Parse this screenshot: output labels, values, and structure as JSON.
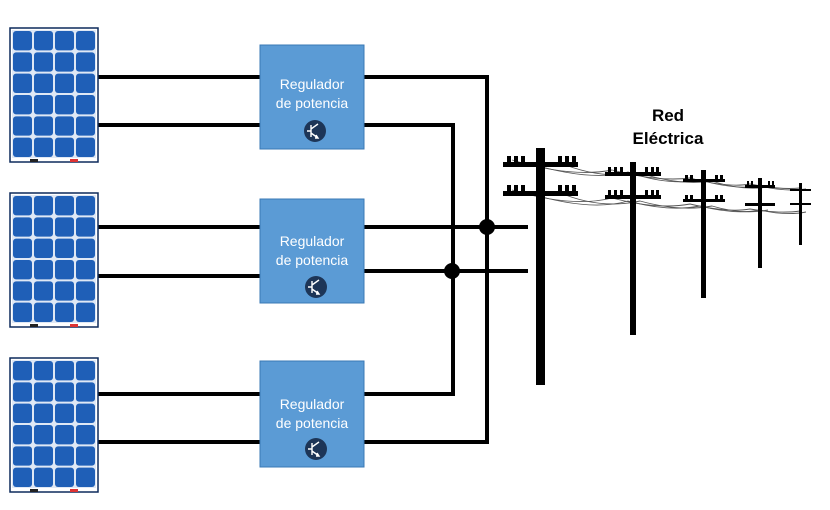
{
  "title": {
    "line1": "Red",
    "line2": "Eléctrica"
  },
  "regulators": [
    {
      "line1": "Regulador",
      "line2": "de potencia",
      "icon": "transistor-symbol-icon"
    },
    {
      "line1": "Regulador",
      "line2": "de potencia",
      "icon": "transistor-symbol-icon"
    },
    {
      "line1": "Regulador",
      "line2": "de potencia",
      "icon": "transistor-symbol-icon"
    }
  ],
  "panels": [
    {
      "icon": "solar-panel-icon"
    },
    {
      "icon": "solar-panel-icon"
    },
    {
      "icon": "solar-panel-icon"
    }
  ],
  "grid": {
    "icon": "utility-pole-icon",
    "pole_count": 5
  },
  "colors": {
    "panel_cell": "#1f5fb7",
    "panel_frame": "#0d2a5c",
    "regulator_fill": "#5b9bd5",
    "regulator_border": "#3a78b5",
    "icon_circle": "#1d3557",
    "wire": "#000000"
  }
}
